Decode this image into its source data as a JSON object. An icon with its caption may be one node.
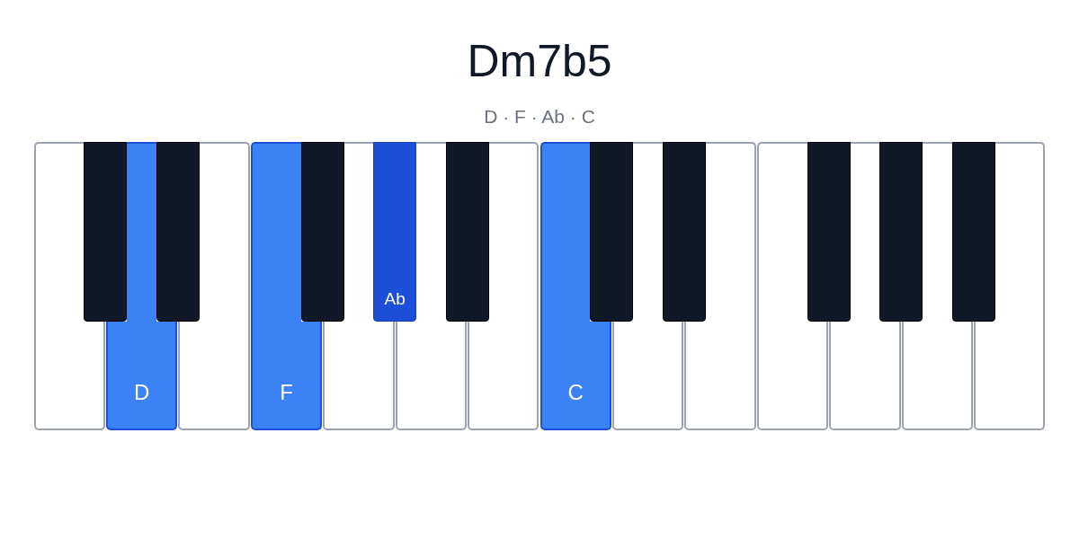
{
  "diagram": {
    "title": "Dm7b5",
    "nodes": [
      {
        "text": [],
        "shape": "box"
      },
      {
        "text": [
          "D"
        ]
      },
      {
        "text": [],
        "shape": "box"
      },
      {
        "text": [
          "F"
        ]
      },
      {
        "text": [],
        "shape": "box"
      },
      {
        "text": [],
        "shape": "box"
      },
      {
        "text": [],
        "shape": "box"
      },
      {
        "text": [
          "C"
        ]
      },
      {
        "text": [],
        "shape": "box"
      },
      {
        "text": [],
        "shape": "box"
      },
      {
        "text": [],
        "shape": "box"
      },
      {
        "text": [],
        "shape": "box"
      },
      {
        "text": [],
        "shape": "box"
      },
      {
        "text": [],
        "shape": "box"
      },
      {
        "text": [],
        "shape": "bar"
      },
      {
        "text": [],
        "shape": "bar"
      },
      {
        "text": [],
        "shape": "bar"
      },
      {
        "text": [
          "Ab"
        ]
      },
      {
        "text": [],
        "shape": "bar"
      },
      {
        "text": [],
        "shape": "bar"
      },
      {
        "text": [],
        "shape": "bar"
      },
      {
        "text": [],
        "shape": "bar"
      },
      {
        "text": [],
        "shape": "bar"
      },
      {
        "text": [],
        "shape": "bar"
      }
    ],
    "labels": [
      "D · F · Ab · C"
    ]
  }
}
